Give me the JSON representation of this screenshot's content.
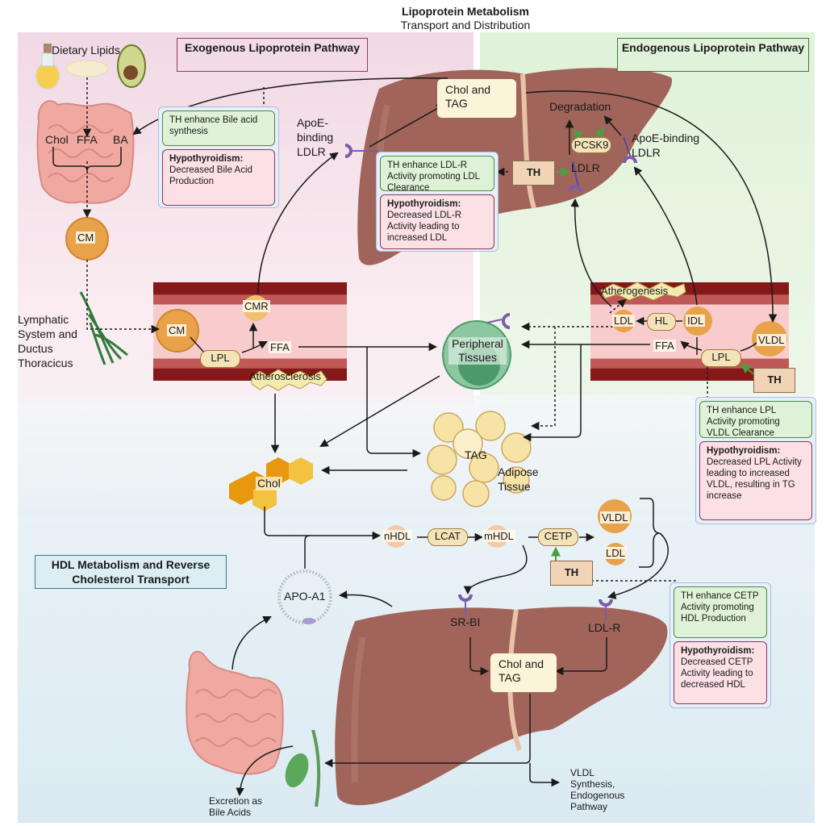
{
  "header": {
    "title": "Lipoprotein Metabolism",
    "subtitle": "Transport and Distribution"
  },
  "colors": {
    "exogenous_bg": "#f2dbe6",
    "endogenous_bg": "#e4f4de",
    "hdl_bg": "#dcecf3",
    "liver": "#a0645a",
    "vessel_wall": "#8a1c1c",
    "vessel_lumen": "#f9d0d0",
    "info_green": "#dff2d8",
    "info_red": "#fbe0e6",
    "th_box": "#f1d4b5",
    "enzyme_pill": "#f4e3b8",
    "lipoprotein": "#e8a24a",
    "receptor": "#7b5ea7"
  },
  "sections": {
    "exogenous": "Exogenous Lipoprotein Pathway",
    "endogenous": "Endogenous Lipoprotein Pathway",
    "hdl": "HDL Metabolism and Reverse Cholesterol Transport"
  },
  "exogenous": {
    "dietary_lipids": "Dietary Lipids",
    "intestine_labels": [
      "Chol",
      "FFA",
      "BA"
    ],
    "cm": "CM",
    "lymphatic": "Lymphatic System and Ductus Thoracicus",
    "vessel": {
      "cm": "CM",
      "cmr": "CMR",
      "lpl": "LPL",
      "ffa": "FFA",
      "atherosclerosis": "Atherosclerosis"
    },
    "apoe_ldlr": "ApoE-binding LDLR",
    "bile_info": {
      "green": "TH enhance Bile acid synthesis",
      "red_title": "Hypothyroidism:",
      "red_body": "Decreased Bile Acid Production"
    }
  },
  "liver_top": {
    "chol_tag": "Chol and TAG",
    "degradation": "Degradation",
    "pcsk9": "PCSK9",
    "ldlr": "LDLR",
    "apoe_ldlr": "ApoE-binding LDLR",
    "th": "TH",
    "ldlr_info": {
      "green": "TH enhance LDL-R Activity promoting LDL Clearance",
      "red_title": "Hypothyroidism:",
      "red_body": "Decreased LDL-R Activity leading to increased LDL"
    }
  },
  "endogenous": {
    "vessel": {
      "atherogenesis": "Atherogenesis",
      "ldl": "LDL",
      "hl": "HL",
      "idl": "IDL",
      "vldl": "VLDL",
      "ffa": "FFA",
      "lpl": "LPL"
    },
    "th": "TH",
    "lpl_info": {
      "green": "TH enhance LPL Activity promoting VLDL Clearance",
      "red_title": "Hypothyroidism:",
      "red_body": "Decreased LPL Activity leading to increased VLDL, resulting in TG increase"
    }
  },
  "middle": {
    "peripheral": "Peripheral Tissues",
    "adipose_tag": "TAG",
    "adipose": "Adipose Tissue",
    "chol": "Chol"
  },
  "hdl": {
    "nhdl": "nHDL",
    "lcat": "LCAT",
    "mhdl": "mHDL",
    "cetp": "CETP",
    "vldl": "VLDL",
    "ldl": "LDL",
    "th": "TH",
    "apoa1": "APO-A1",
    "srbi": "SR-BI",
    "ldlr": "LDL-R",
    "chol_tag": "Chol and TAG",
    "excretion": "Excretion as Bile Acids",
    "vldl_synthesis": "VLDL Synthesis, Endogenous Pathway",
    "cetp_info": {
      "green": "TH enhance CETP Activity promoting HDL Production",
      "red_title": "Hypothyroidism:",
      "red_body": "Decreased CETP Activity leading to decreased HDL"
    }
  }
}
